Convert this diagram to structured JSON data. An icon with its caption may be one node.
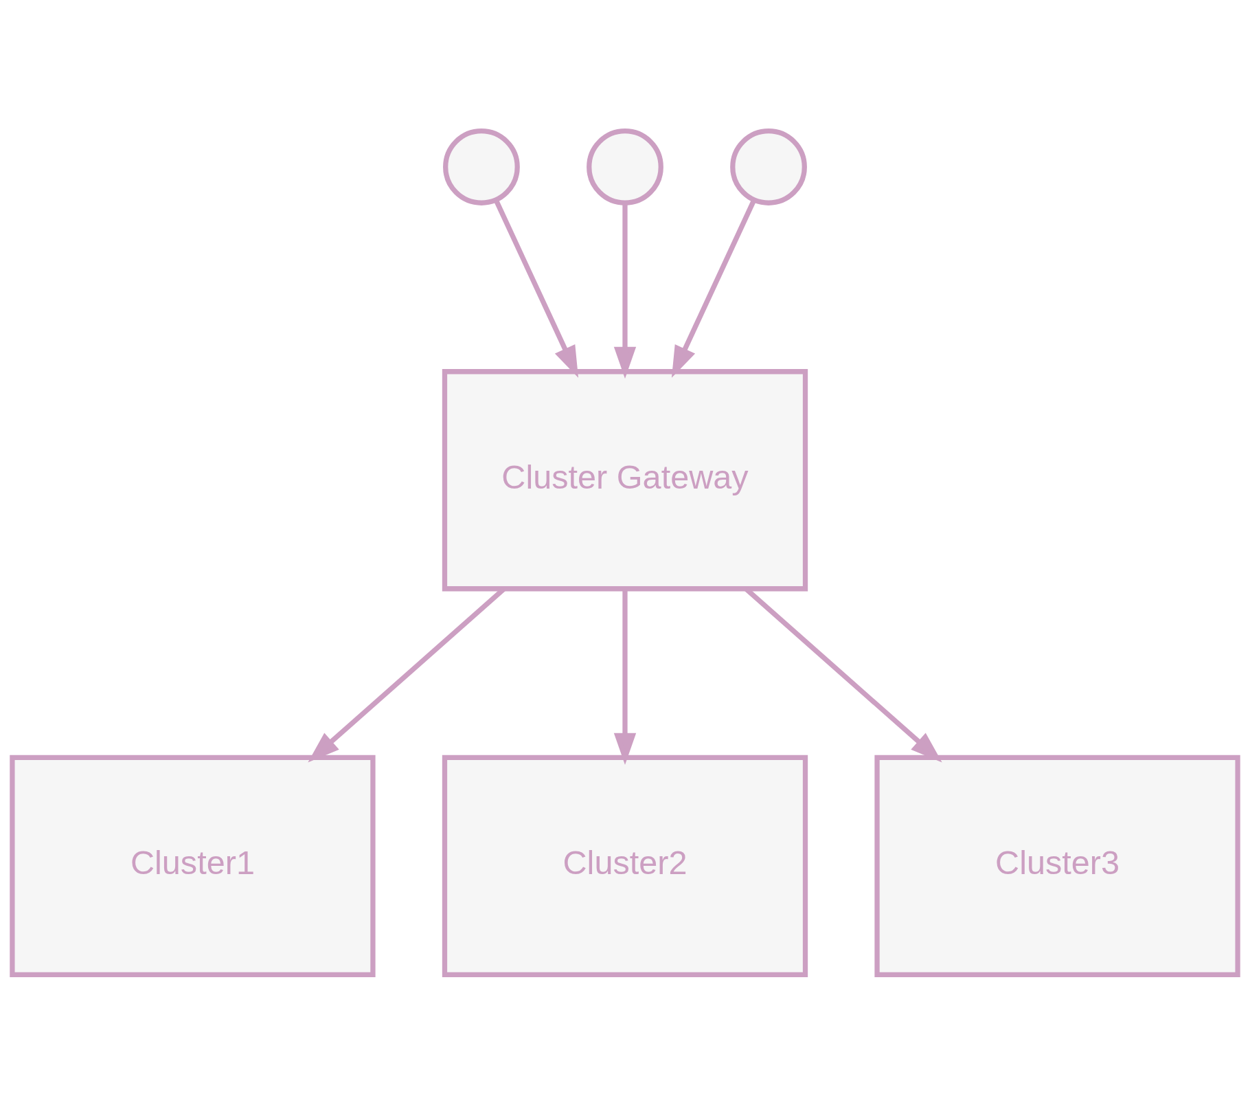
{
  "diagram": {
    "nodes": [
      {
        "text": [],
        "shape": "person"
      },
      {
        "text": [],
        "shape": "person"
      },
      {
        "text": [],
        "shape": "person"
      },
      {
        "text": [
          "Cluster Gateway"
        ]
      },
      {
        "text": [
          "Cluster1"
        ]
      },
      {
        "text": [
          "Cluster2"
        ]
      },
      {
        "text": [
          "Cluster3"
        ]
      }
    ],
    "edges": [
      {
        "from": 0,
        "to": 3,
        "arrow": "to"
      },
      {
        "from": 1,
        "to": 3,
        "arrow": "to"
      },
      {
        "from": 2,
        "to": 3,
        "arrow": "to"
      },
      {
        "from": 3,
        "to": 4,
        "arrow": "to"
      },
      {
        "from": 3,
        "to": 5,
        "arrow": "to"
      },
      {
        "from": 3,
        "to": 6,
        "arrow": "to"
      }
    ]
  }
}
